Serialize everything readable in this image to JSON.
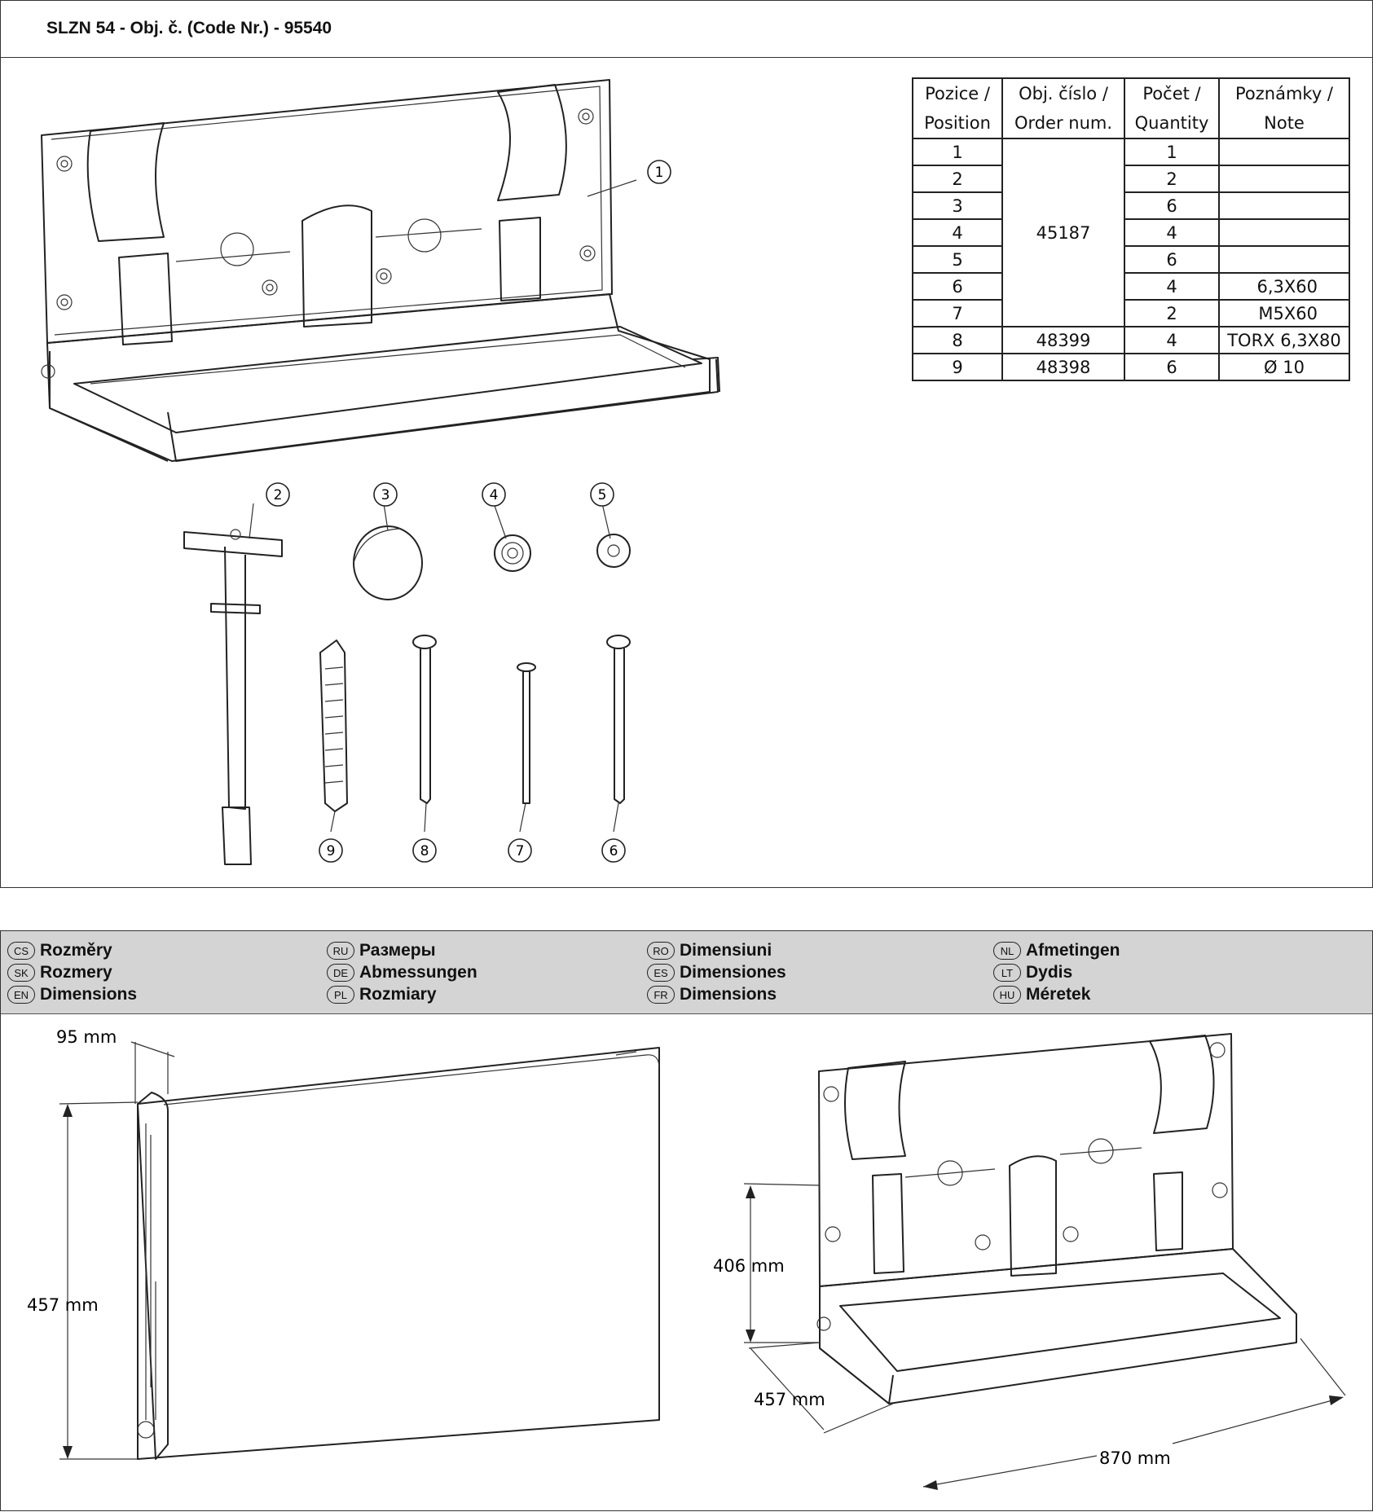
{
  "header": {
    "title": "SLZN 54 - Obj. č. (Code Nr.) - 95540"
  },
  "parts_table": {
    "headers": [
      [
        "Pozice /",
        "Position"
      ],
      [
        "Obj. číslo /",
        "Order num."
      ],
      [
        "Počet /",
        "Quantity"
      ],
      [
        "Poznámky /",
        "Note"
      ]
    ],
    "rows": [
      {
        "pos": "1",
        "qty": "1",
        "note": ""
      },
      {
        "pos": "2",
        "qty": "2",
        "note": ""
      },
      {
        "pos": "3",
        "qty": "6",
        "note": ""
      },
      {
        "pos": "4",
        "qty": "4",
        "note": ""
      },
      {
        "pos": "5",
        "qty": "6",
        "note": ""
      },
      {
        "pos": "6",
        "qty": "4",
        "note": "6,3X60"
      },
      {
        "pos": "7",
        "qty": "2",
        "note": "M5X60"
      },
      {
        "pos": "8",
        "order": "48399",
        "qty": "4",
        "note": "TORX 6,3X80"
      },
      {
        "pos": "9",
        "order": "48398",
        "qty": "6",
        "note": "Ø 10"
      }
    ],
    "shared_order": "45187"
  },
  "callouts": [
    "1",
    "2",
    "3",
    "4",
    "5",
    "6",
    "7",
    "8",
    "9"
  ],
  "languages": [
    [
      {
        "code": "CS",
        "label": "Rozměry"
      },
      {
        "code": "SK",
        "label": "Rozmery"
      },
      {
        "code": "EN",
        "label": "Dimensions"
      }
    ],
    [
      {
        "code": "RU",
        "label": "Размеры"
      },
      {
        "code": "DE",
        "label": "Abmessungen"
      },
      {
        "code": "PL",
        "label": "Rozmiary"
      }
    ],
    [
      {
        "code": "RO",
        "label": "Dimensiuni"
      },
      {
        "code": "ES",
        "label": "Dimensiones"
      },
      {
        "code": "FR",
        "label": "Dimensions"
      }
    ],
    [
      {
        "code": "NL",
        "label": "Afmetingen"
      },
      {
        "code": "LT",
        "label": "Dydis"
      },
      {
        "code": "HU",
        "label": "Méretek"
      }
    ]
  ],
  "dimensions": {
    "depth": "95 mm",
    "height_closed": "457 mm",
    "height_open": "406 mm",
    "depth_open": "457 mm",
    "width": "870 mm"
  }
}
